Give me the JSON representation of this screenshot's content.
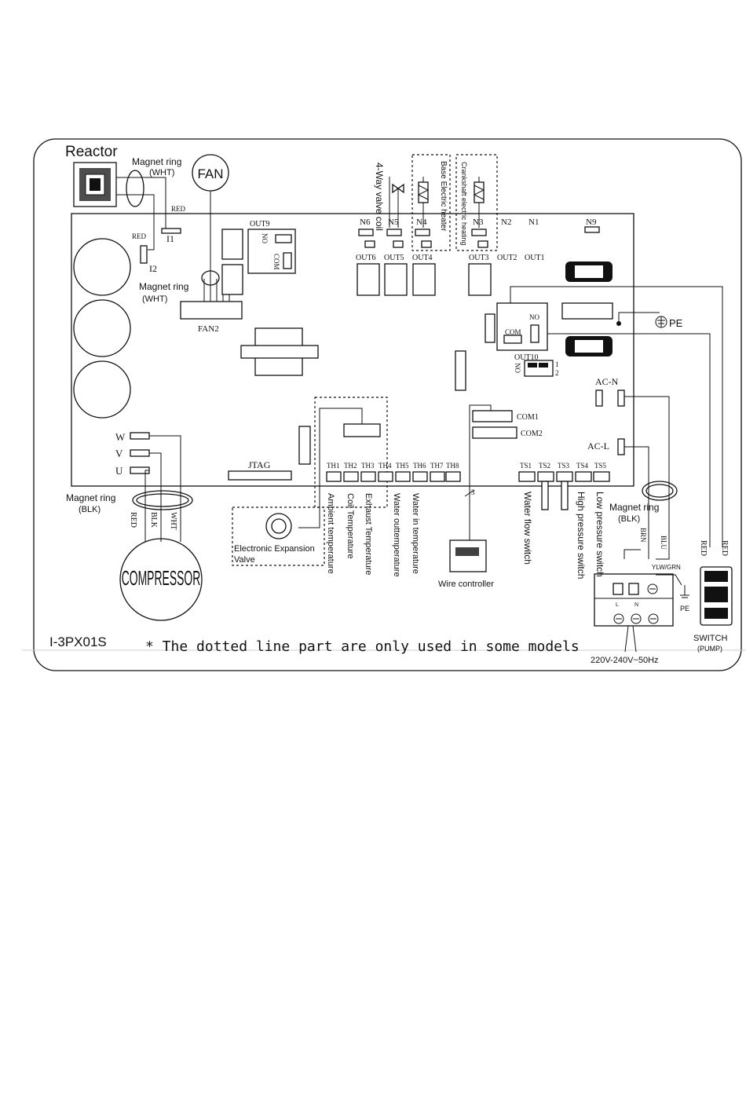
{
  "reactor": "Reactor",
  "fan": "FAN",
  "magnet_wht_top": "Magnet ring",
  "magnet_wht_top_color": "(WHT)",
  "magnet_wht_mid": "Magnet ring",
  "magnet_wht_mid_color": "(WHT)",
  "magnet_blk_left": "Magnet ring",
  "magnet_blk_left_color": "(BLK)",
  "magnet_blk_right": "Magnet ring",
  "magnet_blk_right_color": "(BLK)",
  "red_top": "RED",
  "red_i2": "RED",
  "i1": "I1",
  "i2": "I2",
  "out9": "OUT9",
  "no_out9": "NO",
  "com_out9": "COM",
  "fan2": "FAN2",
  "n_terms": [
    "N6",
    "N5",
    "N4",
    "N3",
    "N2",
    "N1"
  ],
  "n9": "N9",
  "outs": [
    "OUT6",
    "OUT5",
    "OUT4",
    "OUT3",
    "OUT2",
    "OUT1"
  ],
  "four_way": "4-Way valve coil",
  "base_heater": "Base Electric heater",
  "crankshaft_heater": "Crankshaft electric heating",
  "pe_top": "PE",
  "com_out10": "COM",
  "no_out10": "NO",
  "out10": "OUT10",
  "no_small": "NO",
  "one": "1",
  "two": "2",
  "ac_n": "AC-N",
  "ac_l": "AC-L",
  "com1": "COM1",
  "com2": "COM2",
  "jtag": "JTAG",
  "th_labels": [
    "TH1",
    "TH2",
    "TH3",
    "TH4",
    "TH5",
    "TH6",
    "TH7",
    "TH8"
  ],
  "ts_labels": [
    "TS1",
    "TS2",
    "TS3",
    "TS4",
    "TS5"
  ],
  "w": "W",
  "v": "V",
  "u": "U",
  "wire_red": "RED",
  "wire_blk": "BLK",
  "wire_wht": "WHT",
  "compressor": "COMPRESSOR",
  "eev": "Electronic Expansion",
  "eev2": "Valve",
  "ambient": "Ambient temperature",
  "coil": "Coil Temperature",
  "exhaust": "Exhaust Temperature",
  "water_out": "Water outtemperature",
  "water_in": "Water in temperature",
  "wire_controller": "Wire controller",
  "three": "3",
  "water_flow": "Water flow switch",
  "high_pressure": "High pressure switch",
  "low_pressure": "Low pressure switch",
  "brn": "BRN",
  "blu": "BLU",
  "red_a": "RED",
  "red_b": "RED",
  "ylw_grn": "YLW/GRN",
  "pe_bottom": "PE",
  "l_term": "L",
  "n_term": "N",
  "supply": "220V-240V~50Hz",
  "switch": "SWITCH",
  "pump": "(PUMP)",
  "model": "I-3PX01S",
  "note": "* The dotted line part are only used in some models"
}
